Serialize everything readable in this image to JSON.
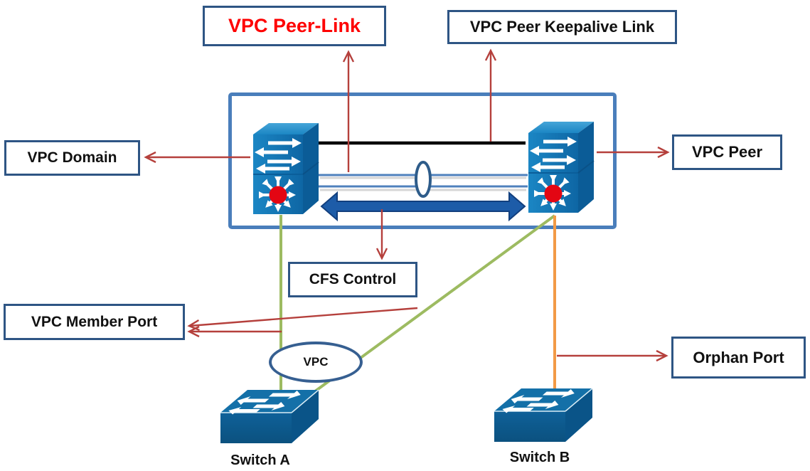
{
  "boxes": {
    "peer_link": {
      "label": "VPC Peer-Link"
    },
    "keepalive": {
      "label": "VPC Peer Keepalive Link"
    },
    "domain": {
      "label": "VPC Domain"
    },
    "peer": {
      "label": "VPC Peer"
    },
    "cfs": {
      "label": "CFS Control"
    },
    "member_port": {
      "label": "VPC Member Port"
    },
    "orphan_port": {
      "label": "Orphan Port"
    }
  },
  "nodes": {
    "vpc": {
      "label": "VPC"
    },
    "switch_a": {
      "label": "Switch A"
    },
    "switch_b": {
      "label": "Switch B"
    },
    "peer_switch_left": {
      "icon": "multilayer-switch-stack-icon"
    },
    "peer_switch_right": {
      "icon": "multilayer-switch-stack-icon"
    }
  },
  "connections": [
    {
      "type": "callout-arrow",
      "color": "#B5403C",
      "from": "peer-link bundle",
      "to": "VPC Peer-Link box"
    },
    {
      "type": "callout-arrow",
      "color": "#B5403C",
      "from": "keepalive line",
      "to": "VPC Peer Keepalive Link box"
    },
    {
      "type": "callout-arrow",
      "color": "#B5403C",
      "from": "domain rectangle",
      "to": "VPC Domain box"
    },
    {
      "type": "callout-arrow",
      "color": "#B5403C",
      "from": "right peer switch",
      "to": "VPC Peer box"
    },
    {
      "type": "callout-arrow",
      "color": "#B5403C",
      "from": "peer-link double arrow",
      "to": "CFS Control box"
    },
    {
      "type": "callout-arrow",
      "color": "#B5403C",
      "from": "green member links",
      "to": "VPC Member Port box",
      "count": 2
    },
    {
      "type": "callout-arrow",
      "color": "#B5403C",
      "from": "orange link",
      "to": "Orphan Port box"
    },
    {
      "type": "link",
      "color": "#000000",
      "desc": "keepalive link between peer switches"
    },
    {
      "type": "link",
      "color": "#4F81BD",
      "desc": "peer-link bundle (2 lines + ellipse)"
    },
    {
      "type": "double-arrow",
      "color": "#1D5CA8",
      "desc": "peer-link traffic arrow between switches"
    },
    {
      "type": "link",
      "color": "#9DBB61",
      "desc": "left switch to Switch A (vPC member)"
    },
    {
      "type": "link",
      "color": "#9DBB61",
      "desc": "right switch to Switch A (vPC member)"
    },
    {
      "type": "link",
      "color": "#F29A46",
      "desc": "right switch to Switch B (orphan)"
    }
  ],
  "colors": {
    "red_arrow": "#B5403C",
    "green_link": "#9DBB61",
    "orange_link": "#F29A46",
    "keepalive_line": "#000000",
    "domain_border": "#4A7EBB",
    "box_border": "#2E5584",
    "thick_arrow": "#1D5CA8",
    "switch_blue": "#1379B8",
    "switch_red_dot": "#E30613",
    "peer_link_text": "#FE0000"
  }
}
